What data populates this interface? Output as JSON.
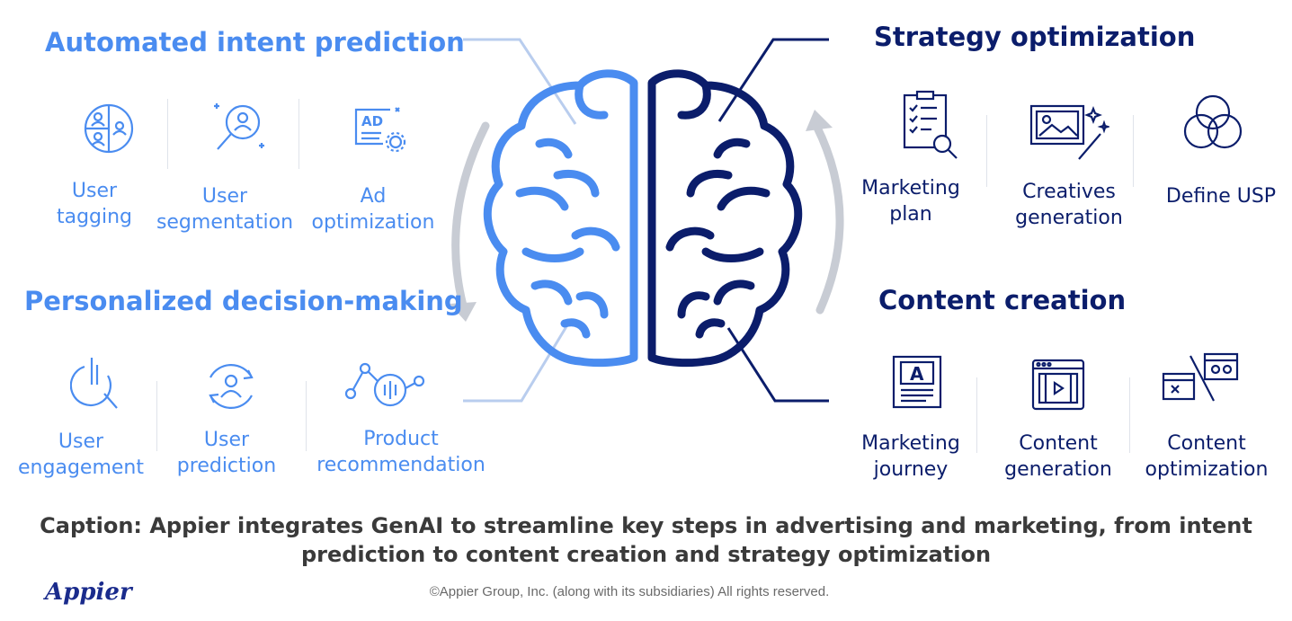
{
  "colors": {
    "light_blue": "#4a8cf0",
    "dark_blue": "#0b1d6b",
    "arrow_gray": "#c8ccd4",
    "connector_line": "#b9cdee"
  },
  "left": {
    "intent": {
      "title": "Automated intent prediction",
      "items": [
        {
          "icon": "user-tagging-icon",
          "label_lines": [
            "User",
            "tagging"
          ]
        },
        {
          "icon": "user-segmentation-icon",
          "label_lines": [
            "User",
            "segmentation"
          ]
        },
        {
          "icon": "ad-optimization-icon",
          "label_lines": [
            "Ad",
            "optimization"
          ]
        }
      ]
    },
    "decision": {
      "title": "Personalized decision-making",
      "items": [
        {
          "icon": "user-engagement-icon",
          "label_lines": [
            "User",
            "engagement"
          ]
        },
        {
          "icon": "user-prediction-icon",
          "label_lines": [
            "User",
            "prediction"
          ]
        },
        {
          "icon": "product-recommendation-icon",
          "label_lines": [
            "Product",
            "recommendation"
          ]
        }
      ]
    }
  },
  "right": {
    "strategy": {
      "title": "Strategy optimization",
      "items": [
        {
          "icon": "marketing-plan-icon",
          "label_lines": [
            "Marketing",
            "plan"
          ]
        },
        {
          "icon": "creatives-generation-icon",
          "label_lines": [
            "Creatives",
            "generation"
          ]
        },
        {
          "icon": "define-usp-icon",
          "label_lines": [
            "Define USP"
          ]
        }
      ]
    },
    "content": {
      "title": "Content creation",
      "items": [
        {
          "icon": "marketing-journey-icon",
          "label_lines": [
            "Marketing",
            "journey"
          ]
        },
        {
          "icon": "content-generation-icon",
          "label_lines": [
            "Content",
            "generation"
          ]
        },
        {
          "icon": "content-optimization-icon",
          "label_lines": [
            "Content",
            "optimization"
          ]
        }
      ]
    }
  },
  "footer": {
    "caption_lines": [
      "Caption: Appier integrates GenAI to streamline key steps in advertising and marketing, from intent",
      "prediction to content creation and strategy optimization"
    ],
    "logo_text": "Appier",
    "copyright": "©Appier Group, Inc. (along with its subsidiaries) All rights reserved."
  }
}
